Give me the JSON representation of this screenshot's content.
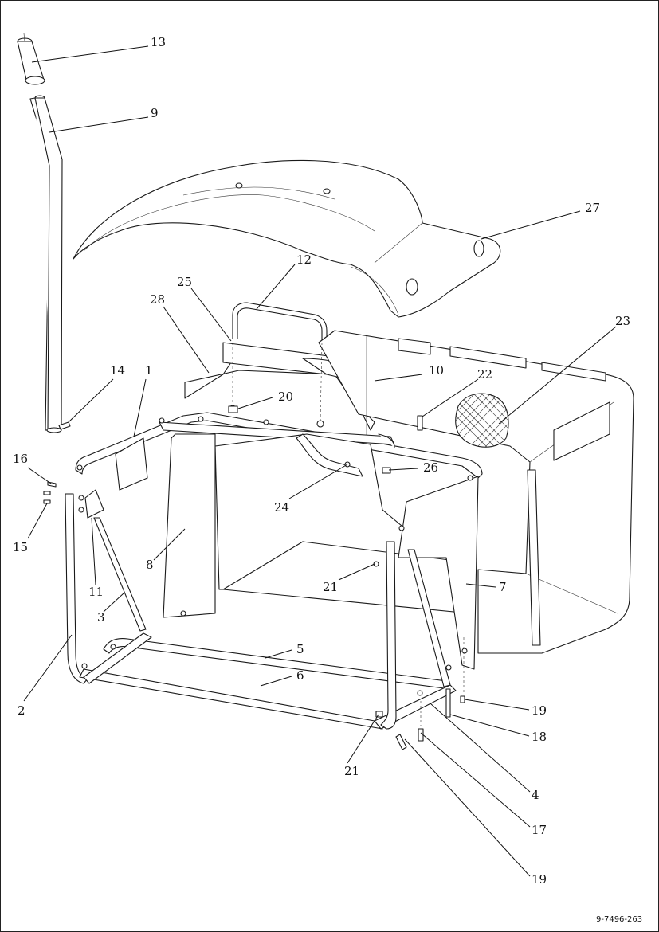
{
  "diagram": {
    "type": "exploded parts diagram",
    "document_number": "9-7496-263",
    "callouts": [
      {
        "id": "c13a",
        "label": "13"
      },
      {
        "id": "c9",
        "label": "9"
      },
      {
        "id": "c27",
        "label": "27"
      },
      {
        "id": "c12",
        "label": "12"
      },
      {
        "id": "c25",
        "label": "25"
      },
      {
        "id": "c28",
        "label": "28"
      },
      {
        "id": "c23",
        "label": "23"
      },
      {
        "id": "c14",
        "label": "14"
      },
      {
        "id": "c1",
        "label": "1"
      },
      {
        "id": "c10",
        "label": "10"
      },
      {
        "id": "c22",
        "label": "22"
      },
      {
        "id": "c20",
        "label": "20"
      },
      {
        "id": "c16",
        "label": "16"
      },
      {
        "id": "c26",
        "label": "26"
      },
      {
        "id": "c15",
        "label": "15"
      },
      {
        "id": "c24",
        "label": "24"
      },
      {
        "id": "c8",
        "label": "8"
      },
      {
        "id": "c21a",
        "label": "21"
      },
      {
        "id": "c7",
        "label": "7"
      },
      {
        "id": "c11",
        "label": "11"
      },
      {
        "id": "c3",
        "label": "3"
      },
      {
        "id": "c5",
        "label": "5"
      },
      {
        "id": "c6",
        "label": "6"
      },
      {
        "id": "c2",
        "label": "2"
      },
      {
        "id": "c19a",
        "label": "19"
      },
      {
        "id": "c18",
        "label": "18"
      },
      {
        "id": "c21b",
        "label": "21"
      },
      {
        "id": "c4",
        "label": "4"
      },
      {
        "id": "c17",
        "label": "17"
      },
      {
        "id": "c19b",
        "label": "19"
      }
    ]
  }
}
